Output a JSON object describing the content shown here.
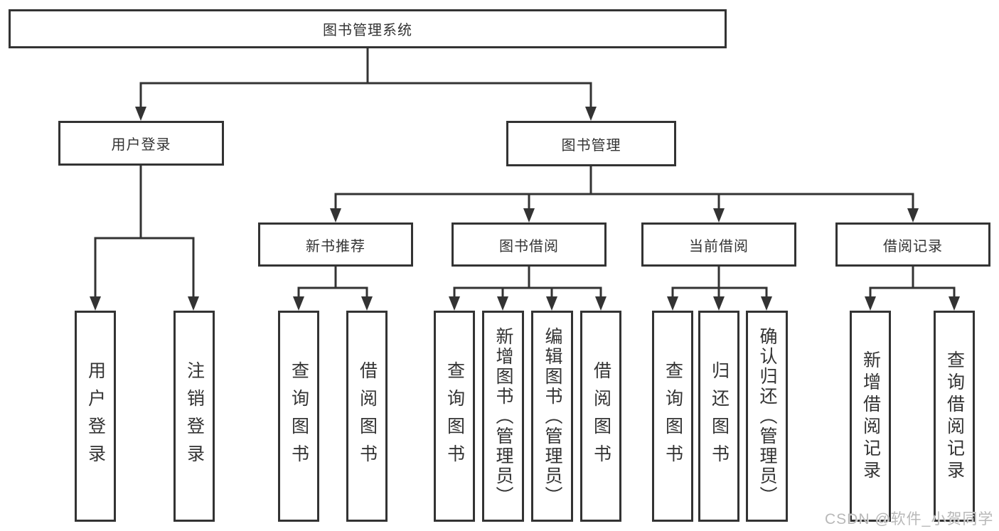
{
  "diagram": {
    "root": {
      "label": "图书管理系统"
    },
    "branches": [
      {
        "label": "用户登录",
        "children": [
          {
            "label": "用户登录"
          },
          {
            "label": "注销登录"
          }
        ]
      },
      {
        "label": "图书管理",
        "children": [
          {
            "label": "新书推荐",
            "children": [
              {
                "label": "查询图书"
              },
              {
                "label": "借阅图书"
              }
            ]
          },
          {
            "label": "图书借阅",
            "children": [
              {
                "label": "查询图书"
              },
              {
                "label": "新增图书（管理员）"
              },
              {
                "label": "编辑图书（管理员）"
              },
              {
                "label": "借阅图书"
              }
            ]
          },
          {
            "label": "当前借阅",
            "children": [
              {
                "label": "查询图书"
              },
              {
                "label": "归还图书"
              },
              {
                "label": "确认归还（管理员）"
              }
            ]
          },
          {
            "label": "借阅记录",
            "children": [
              {
                "label": "新增借阅记录"
              },
              {
                "label": "查询借阅记录"
              }
            ]
          }
        ]
      }
    ]
  },
  "watermark": {
    "text": "CSDN @软件_小贺同学"
  },
  "colors": {
    "line": "#333333",
    "text": "#333333",
    "watermark": "#b8b8b8",
    "background": "#ffffff"
  }
}
